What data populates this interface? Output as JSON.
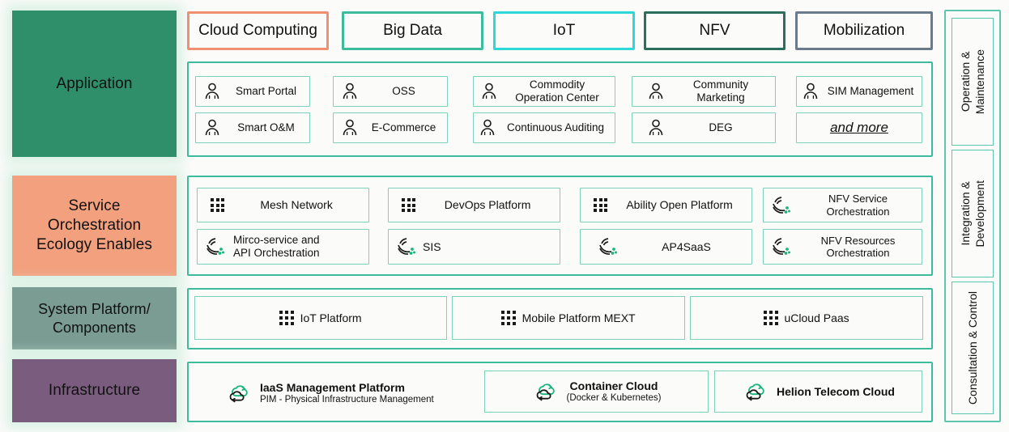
{
  "meta": {
    "title": "Telecom Cloud Layered Architecture",
    "colors": {
      "teal": "#3dbb9a",
      "teal_light": "#7fd0bb",
      "rail_teal": "#5ec6ad",
      "application_green": "#2f8f6b",
      "service_orange": "#f2a07e",
      "system_slate": "#7b9c93",
      "infrastructure_purple": "#7a5c7e",
      "chip_cloud_computing": "#f09070",
      "chip_big_data": "#3dbb9a",
      "chip_iot": "#2fd8d8",
      "chip_nfv": "#2c6e5c",
      "chip_mobilization": "#6b7b8c",
      "icon_green": "#18b57e",
      "icon_dark": "#1a1a1a",
      "page_bg": "#fbfbfa"
    }
  },
  "layers": [
    {
      "key": "application",
      "label": "Application"
    },
    {
      "key": "service",
      "label": "Service\nOrchestration\nEcology Enables"
    },
    {
      "key": "system",
      "label": "System Platform/\nComponents"
    },
    {
      "key": "infrastructure",
      "label": "Infrastructure"
    }
  ],
  "domain_chips": [
    {
      "label": "Cloud Computing",
      "border": "#f09070"
    },
    {
      "label": "Big Data",
      "border": "#3dbb9a"
    },
    {
      "label": "IoT",
      "border": "#2fd8d8"
    },
    {
      "label": "NFV",
      "border": "#2c6e5c"
    },
    {
      "label": "Mobilization",
      "border": "#6b7b8c"
    }
  ],
  "application_tiles": [
    {
      "label": "Smart Portal",
      "icon": "person-icon",
      "lines": 1,
      "col": 0,
      "row": 0
    },
    {
      "label": "OSS",
      "icon": "person-icon",
      "lines": 1,
      "col": 1,
      "row": 0
    },
    {
      "label": "Commodity\nOperation Center",
      "icon": "person-icon",
      "lines": 2,
      "col": 2,
      "row": 0
    },
    {
      "label": "Community\nMarketing",
      "icon": "person-icon",
      "lines": 2,
      "col": 3,
      "row": 0
    },
    {
      "label": "SIM Management",
      "icon": "person-icon",
      "lines": 1,
      "col": 4,
      "row": 0
    },
    {
      "label": "Smart O&M",
      "icon": "person-icon",
      "lines": 1,
      "col": 0,
      "row": 1
    },
    {
      "label": "E-Commerce",
      "icon": "person-icon",
      "lines": 1,
      "col": 1,
      "row": 1
    },
    {
      "label": "Continuous Auditing",
      "icon": "person-icon",
      "lines": 1,
      "col": 2,
      "row": 1
    },
    {
      "label": "DEG",
      "icon": "person-icon",
      "lines": 1,
      "col": 3,
      "row": 1
    },
    {
      "label": "and more",
      "icon": "none",
      "lines": 1,
      "col": 4,
      "row": 1,
      "style": "italic-underline"
    }
  ],
  "service_tiles": [
    {
      "label": "Mesh Network",
      "icon": "grid-dots-icon",
      "col": 0,
      "row": 0
    },
    {
      "label": "DevOps Platform",
      "icon": "grid-dots-icon",
      "col": 1,
      "row": 0
    },
    {
      "label": "Ability Open Platform",
      "icon": "grid-dots-icon",
      "col": 2,
      "row": 0
    },
    {
      "label": "NFV Service\nOrchestration",
      "icon": "orchestration-icon",
      "col": 3,
      "row": 0
    },
    {
      "label": "Mirco-service and\nAPI Orchestration",
      "icon": "orchestration-icon",
      "col": 0,
      "row": 1
    },
    {
      "label": "SIS",
      "icon": "orchestration-icon",
      "col": 1,
      "row": 1
    },
    {
      "label": "AP4SaaS",
      "icon": "orchestration-icon",
      "col": 2,
      "row": 1
    },
    {
      "label": "NFV Resources\nOrchestration",
      "icon": "orchestration-icon",
      "col": 3,
      "row": 1
    }
  ],
  "system_tiles": [
    {
      "label": "IoT Platform",
      "icon": "grid-dots-icon"
    },
    {
      "label": "Mobile Platform MEXT",
      "icon": "grid-dots-icon"
    },
    {
      "label": "uCloud Paas",
      "icon": "grid-dots-icon"
    }
  ],
  "infrastructure_tiles": [
    {
      "title": "IaaS Management Platform",
      "subtitle": "PIM - Physical Infrastructure Management",
      "icon": "cloud-sync-icon",
      "boxed": false
    },
    {
      "title": "Container Cloud",
      "subtitle": "(Docker & Kubernetes)",
      "icon": "cloud-sync-icon",
      "boxed": true
    },
    {
      "title": "Helion Telecom Cloud",
      "subtitle": "",
      "icon": "cloud-sync-icon",
      "boxed": true
    }
  ],
  "right_rail": [
    {
      "label": "Operation &\nMaintenance"
    },
    {
      "label": "Integration &\nDevelopment"
    },
    {
      "label": "Consultation & Control"
    }
  ]
}
